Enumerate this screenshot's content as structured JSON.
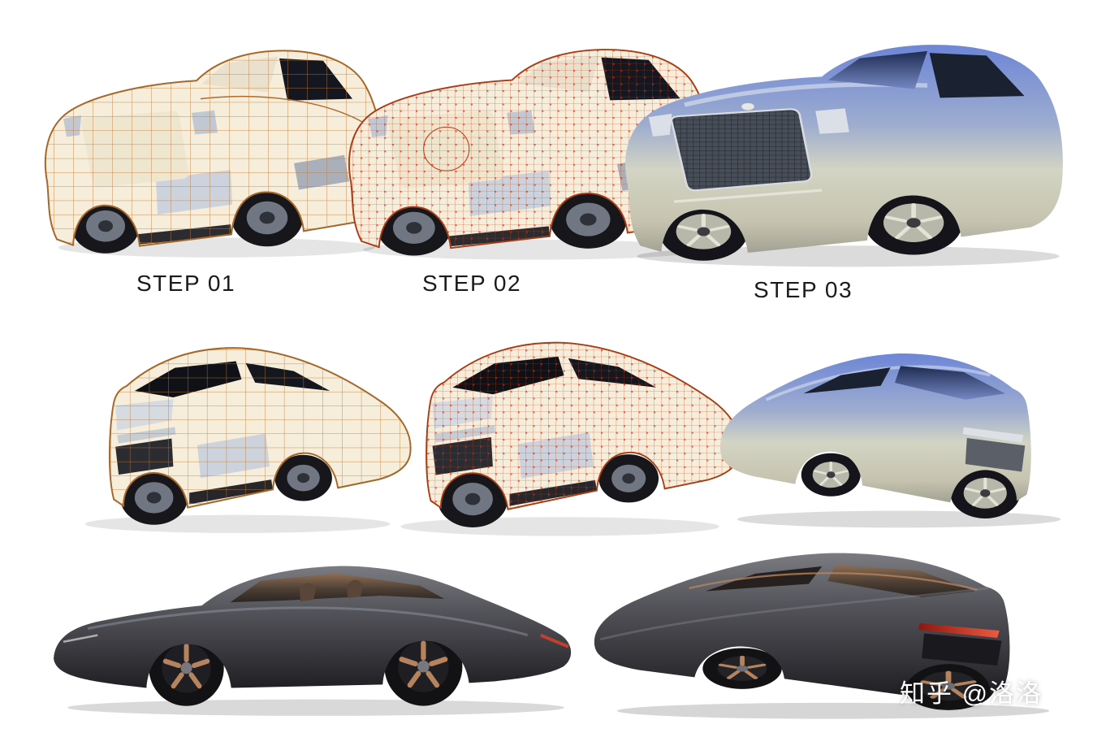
{
  "steps": [
    {
      "label": "STEP 01"
    },
    {
      "label": "STEP 02"
    },
    {
      "label": "STEP 03"
    }
  ],
  "watermark": {
    "text": "知乎 @洛洛"
  },
  "figures": {
    "step1_front": {
      "alt": "blocked polygon wireframe car model, front three-quarter view"
    },
    "step2_front": {
      "alt": "subdivided dense wireframe car model, front three-quarter view"
    },
    "step3_front": {
      "alt": "final smooth rendered car model, blue and silver, front three-quarter view"
    },
    "step1_rear": {
      "alt": "blocked polygon wireframe car model, rear three-quarter view"
    },
    "step2_rear": {
      "alt": "subdivided dense wireframe car model, rear three-quarter view"
    },
    "step3_rear": {
      "alt": "final smooth rendered car model, blue and silver, rear three-quarter view"
    },
    "final_side": {
      "alt": "final dark grey render, side view, copper wheels"
    },
    "final_rear": {
      "alt": "final dark grey render, rear three-quarter view, red light bar"
    }
  },
  "colors": {
    "background": "#ffffff",
    "label_text": "#1b1b1b",
    "wireframe_coarse": "#c07a38",
    "wireframe_fine": "#c23a10",
    "vertex_red": "#d42810",
    "model_cream": "#f6eedb",
    "panel_grey": "#ccd3dc",
    "render_blue": "#6d86d6",
    "render_silver": "#d3d4c4",
    "final_body_dark": "#3a3a40",
    "wheel_copper": "#b5835e",
    "taillight_red": "#e84030",
    "watermark_text": "#ffffff"
  }
}
